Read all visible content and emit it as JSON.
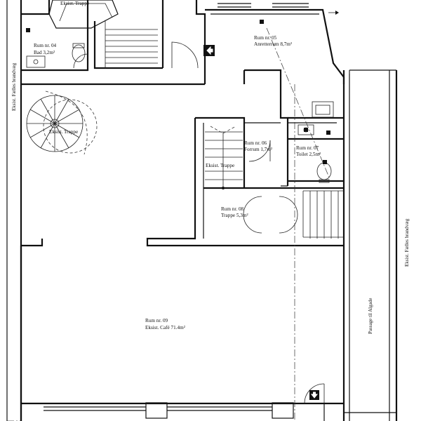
{
  "rooms": {
    "r04": {
      "number": "Rum nr. 04",
      "name": "Bad 3,2m²"
    },
    "r05": {
      "number": "Rum nr. 05",
      "name": "Anretterrum 8,7m²"
    },
    "r06": {
      "number": "Rum nr. 06",
      "name": "Forrum  1,7m²"
    },
    "r07": {
      "number": "Rum nr. 07",
      "name": "Toilet 2,5m²"
    },
    "r08": {
      "number": "Rum nr. 08",
      "name": "Trappe 5,3m²"
    },
    "r09": {
      "number": "Rum nr. 09",
      "name": "Eksist. Café 71.4m²"
    }
  },
  "stairs": {
    "top": "Eksist. Trappe",
    "spiral": "Eksist. Trappe",
    "middle": "Eksist. Trappe"
  },
  "side_labels": {
    "left_wall": "Eksist. Fælles brandvæg",
    "right_wall": "Eksist. Fælles brandvæg",
    "passage": "Passage til Algade"
  },
  "icons": [
    "exit-sign-icon",
    "exit-sign-icon",
    "spiral-staircase-icon",
    "toilet-icon",
    "sink-icon",
    "north-arrow-icon"
  ]
}
